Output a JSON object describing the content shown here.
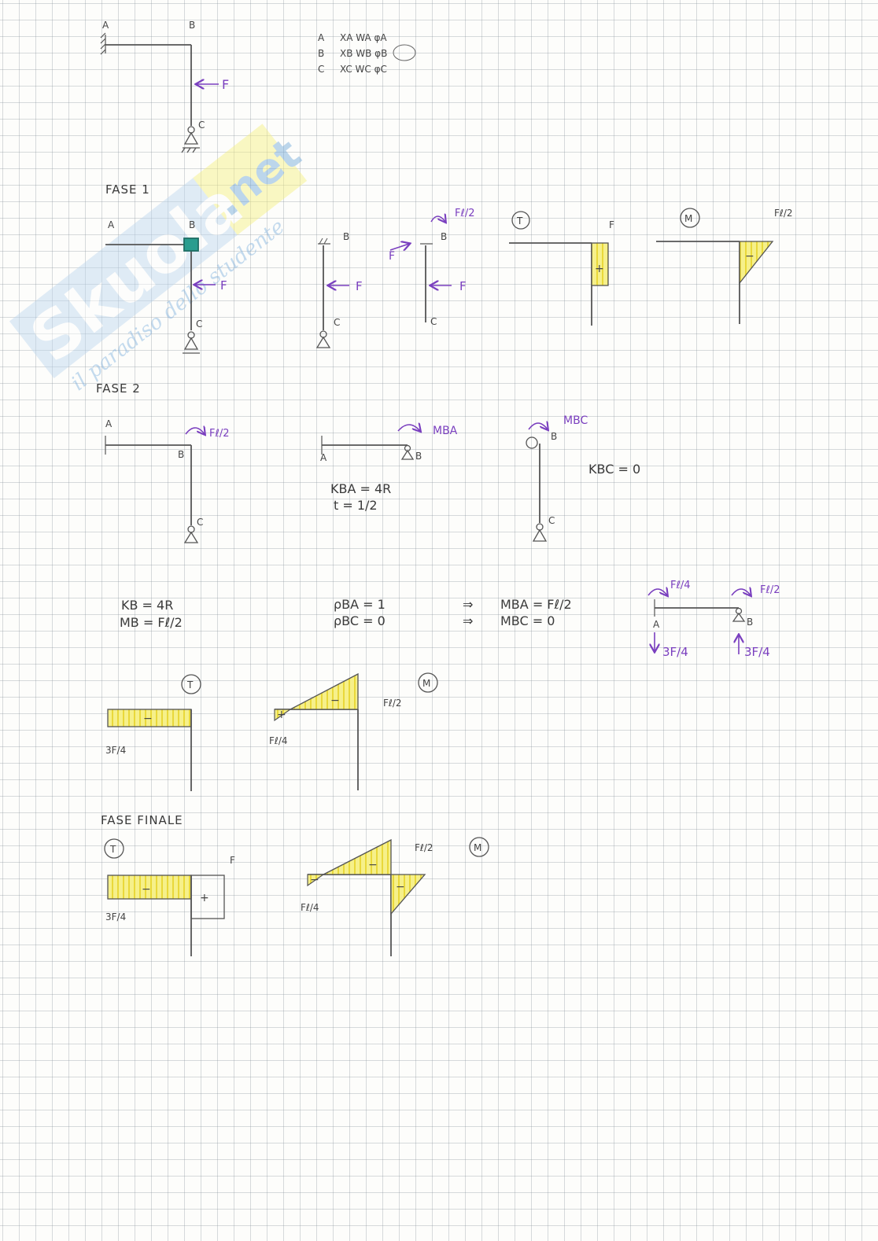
{
  "colors": {
    "ink": "#3c3c3c",
    "purple": "#7a3fbf",
    "yellow": "#f3ee6a",
    "teal": "#2a9d8f",
    "watermark": "#6fa7d8"
  },
  "watermark": {
    "brand": "Skuola",
    "tld": ".net",
    "tagline": "il paradiso dello studente"
  },
  "top": {
    "labels": {
      "a": "A",
      "b": "B",
      "c": "C"
    },
    "force": "F",
    "table": [
      {
        "node": "A",
        "values": "XA  WA  φA"
      },
      {
        "node": "B",
        "values": "XB  WB  φB"
      },
      {
        "node": "C",
        "values": "XC  WC  φC"
      }
    ]
  },
  "fase1": {
    "title": "FASE 1",
    "labels": {
      "a": "A",
      "b": "B",
      "c": "C"
    },
    "force": "F",
    "moment": "Fℓ/2",
    "shear_tag": "T",
    "moment_tag": "M",
    "shear_value": "F",
    "moment_value": "Fℓ/2",
    "sign_plus": "+",
    "sign_minus": "−"
  },
  "fase2": {
    "title": "FASE 2",
    "labels": {
      "a": "A",
      "b": "B",
      "c": "C"
    },
    "moment": "Fℓ/2",
    "mba": "MBA",
    "mbc": "MBC",
    "kba": "KBA  =  4R",
    "t": "t  =  1/2",
    "kbc": "KBC  = 0",
    "kb": "KB  =  4R",
    "mb": "MB  =  Fℓ/2",
    "rho_ba": "ρBA  =  1",
    "rho_bc": "ρBC  =  0",
    "arrow": "⇒",
    "res_mba": "MBA  =  Fℓ/2",
    "res_mbc": "MBC  = 0",
    "end_moment_a": "Fℓ/4",
    "end_moment_b": "Fℓ/2",
    "reaction": "3F/4",
    "shear_tag": "T",
    "moment_tag": "M",
    "shear_value": "3F/4",
    "moment_a": "Fℓ/4",
    "moment_b": "Fℓ/2",
    "sign_plus": "+",
    "sign_minus": "−"
  },
  "final": {
    "title": "FASE  FINALE",
    "shear_tag": "T",
    "moment_tag": "M",
    "shear_a": "3F/4",
    "shear_c": "F",
    "moment_a": "Fℓ/4",
    "moment_b": "Fℓ/2",
    "sign_plus": "+",
    "sign_minus": "−"
  }
}
